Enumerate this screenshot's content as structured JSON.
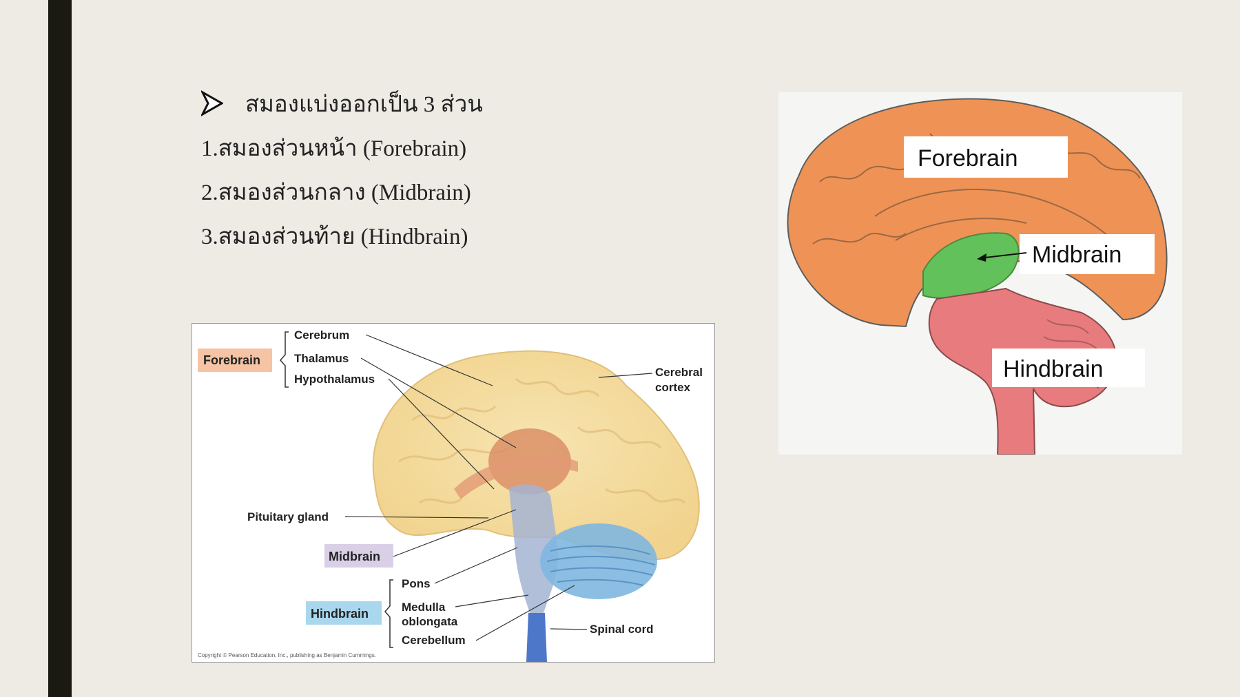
{
  "slide": {
    "heading": "สมองแบ่งออกเป็น 3  ส่วน",
    "items": [
      "1.สมองส่วนหน้า (Forebrain)",
      "2.สมองส่วนกลาง (Midbrain)",
      "3.สมองส่วนท้าย (Hindbrain)"
    ]
  },
  "diagram1": {
    "groups": {
      "forebrain": "Forebrain",
      "midbrain": "Midbrain",
      "hindbrain": "Hindbrain"
    },
    "labels": {
      "cerebrum": "Cerebrum",
      "thalamus": "Thalamus",
      "hypothalamus": "Hypothalamus",
      "cerebral_cortex_1": "Cerebral",
      "cerebral_cortex_2": "cortex",
      "pituitary": "Pituitary gland",
      "pons": "Pons",
      "medulla_1": "Medulla",
      "medulla_2": "oblongata",
      "cerebellum": "Cerebellum",
      "spinal_cord": "Spinal cord"
    },
    "copyright": "Copyright © Pearson Education, Inc., publishing as Benjamin Cummings.",
    "colors": {
      "forebrain_tag": "#f4c4a4",
      "midbrain_tag": "#d9cfe6",
      "hindbrain_tag": "#a9d8ee"
    }
  },
  "diagram2": {
    "labels": {
      "forebrain": "Forebrain",
      "midbrain": "Midbrain",
      "hindbrain": "Hindbrain"
    },
    "colors": {
      "forebrain": "#ee9355",
      "midbrain": "#62c15a",
      "hindbrain": "#e77b7e"
    }
  }
}
